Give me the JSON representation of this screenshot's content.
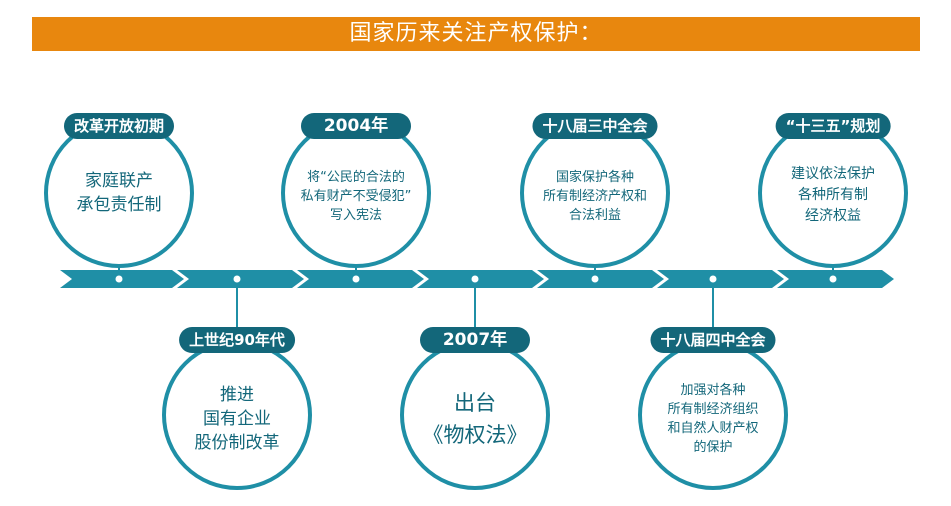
{
  "banner": {
    "title": "国家历来关注产权保护："
  },
  "timeline": {
    "color": "#1f8fa6",
    "tag_color": "#13677a",
    "events": [
      {
        "tag": "改革开放初期",
        "lines": [
          "家庭联产",
          "承包责任制"
        ]
      },
      {
        "tag": "上世纪90年代",
        "lines": [
          "推进",
          "国有企业",
          "股份制改革"
        ]
      },
      {
        "tag": "2004年",
        "lines": [
          "将“公民的合法的",
          "私有财产不受侵犯”",
          "写入宪法"
        ]
      },
      {
        "tag": "2007年",
        "lines": [
          "出台",
          "《物权法》"
        ]
      },
      {
        "tag": "十八届三中全会",
        "lines": [
          "国家保护各种",
          "所有制经济产权和",
          "合法利益"
        ]
      },
      {
        "tag": "十八届四中全会",
        "lines": [
          "加强对各种",
          "所有制经济组织",
          "和自然人财产权",
          "的保护"
        ]
      },
      {
        "tag": "“十三五”规划",
        "lines": [
          "建议依法保护",
          "各种所有制",
          "经济权益"
        ]
      }
    ]
  }
}
